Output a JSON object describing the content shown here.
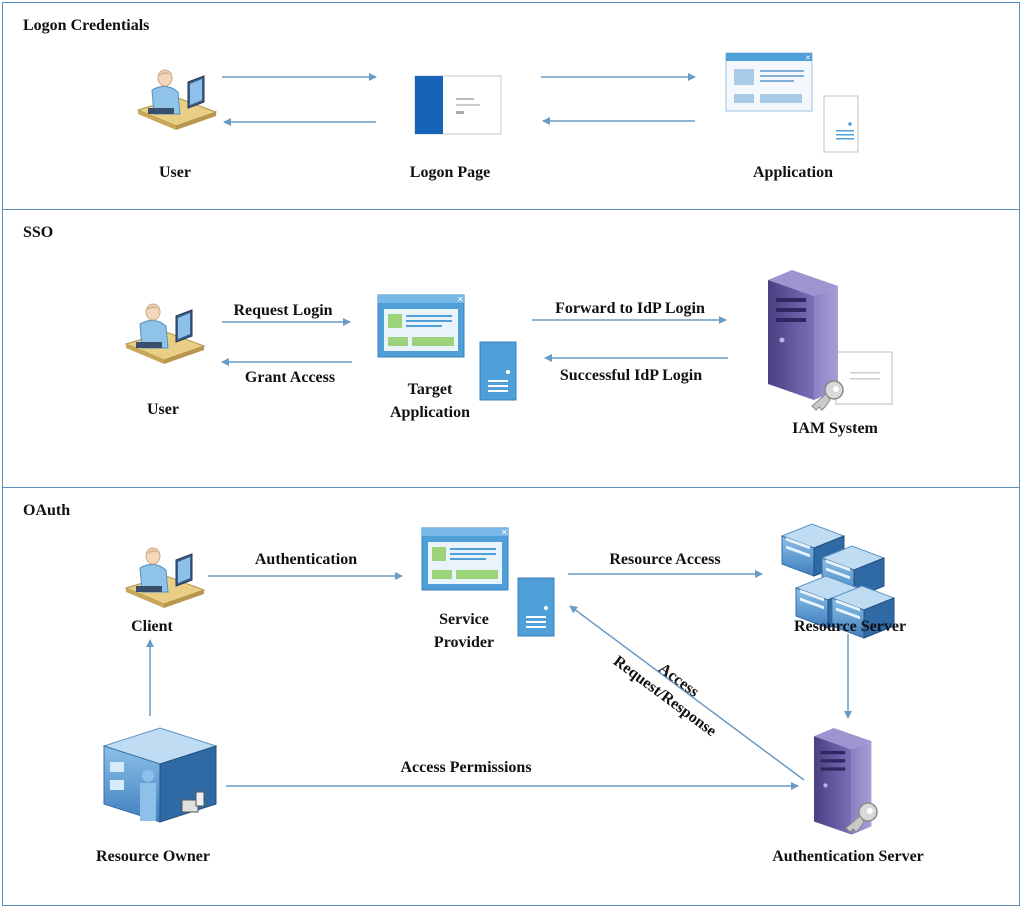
{
  "panels": {
    "logon": {
      "title": "Logon Credentials",
      "nodes": {
        "user": "User",
        "logon_page": "Logon Page",
        "application": "Application"
      }
    },
    "sso": {
      "title": "SSO",
      "nodes": {
        "user": "User",
        "target_app_line1": "Target",
        "target_app_line2": "Application",
        "iam": "IAM System"
      },
      "edges": {
        "request_login": "Request Login",
        "grant_access": "Grant Access",
        "forward_idp": "Forward to IdP Login",
        "successful_idp": "Successful IdP Login"
      }
    },
    "oauth": {
      "title": "OAuth",
      "nodes": {
        "client": "Client",
        "sp_line1": "Service",
        "sp_line2": "Provider",
        "resource_server": "Resource Server",
        "resource_owner": "Resource Owner",
        "auth_server": "Authentication Server"
      },
      "edges": {
        "authentication": "Authentication",
        "resource_access": "Resource Access",
        "access_line1": "Access",
        "access_line2": "Request/Response",
        "access_permissions": "Access Permissions"
      }
    }
  },
  "colors": {
    "border": "#5b8fb9",
    "arrow": "#6a9bc5",
    "app_blue": "#4f9fd8",
    "server_purple": "#6b5fa6"
  },
  "icons": [
    "user-workstation-icon",
    "logon-page-icon",
    "application-window-icon",
    "server-tower-icon",
    "key-icon",
    "server-rack-icon"
  ]
}
